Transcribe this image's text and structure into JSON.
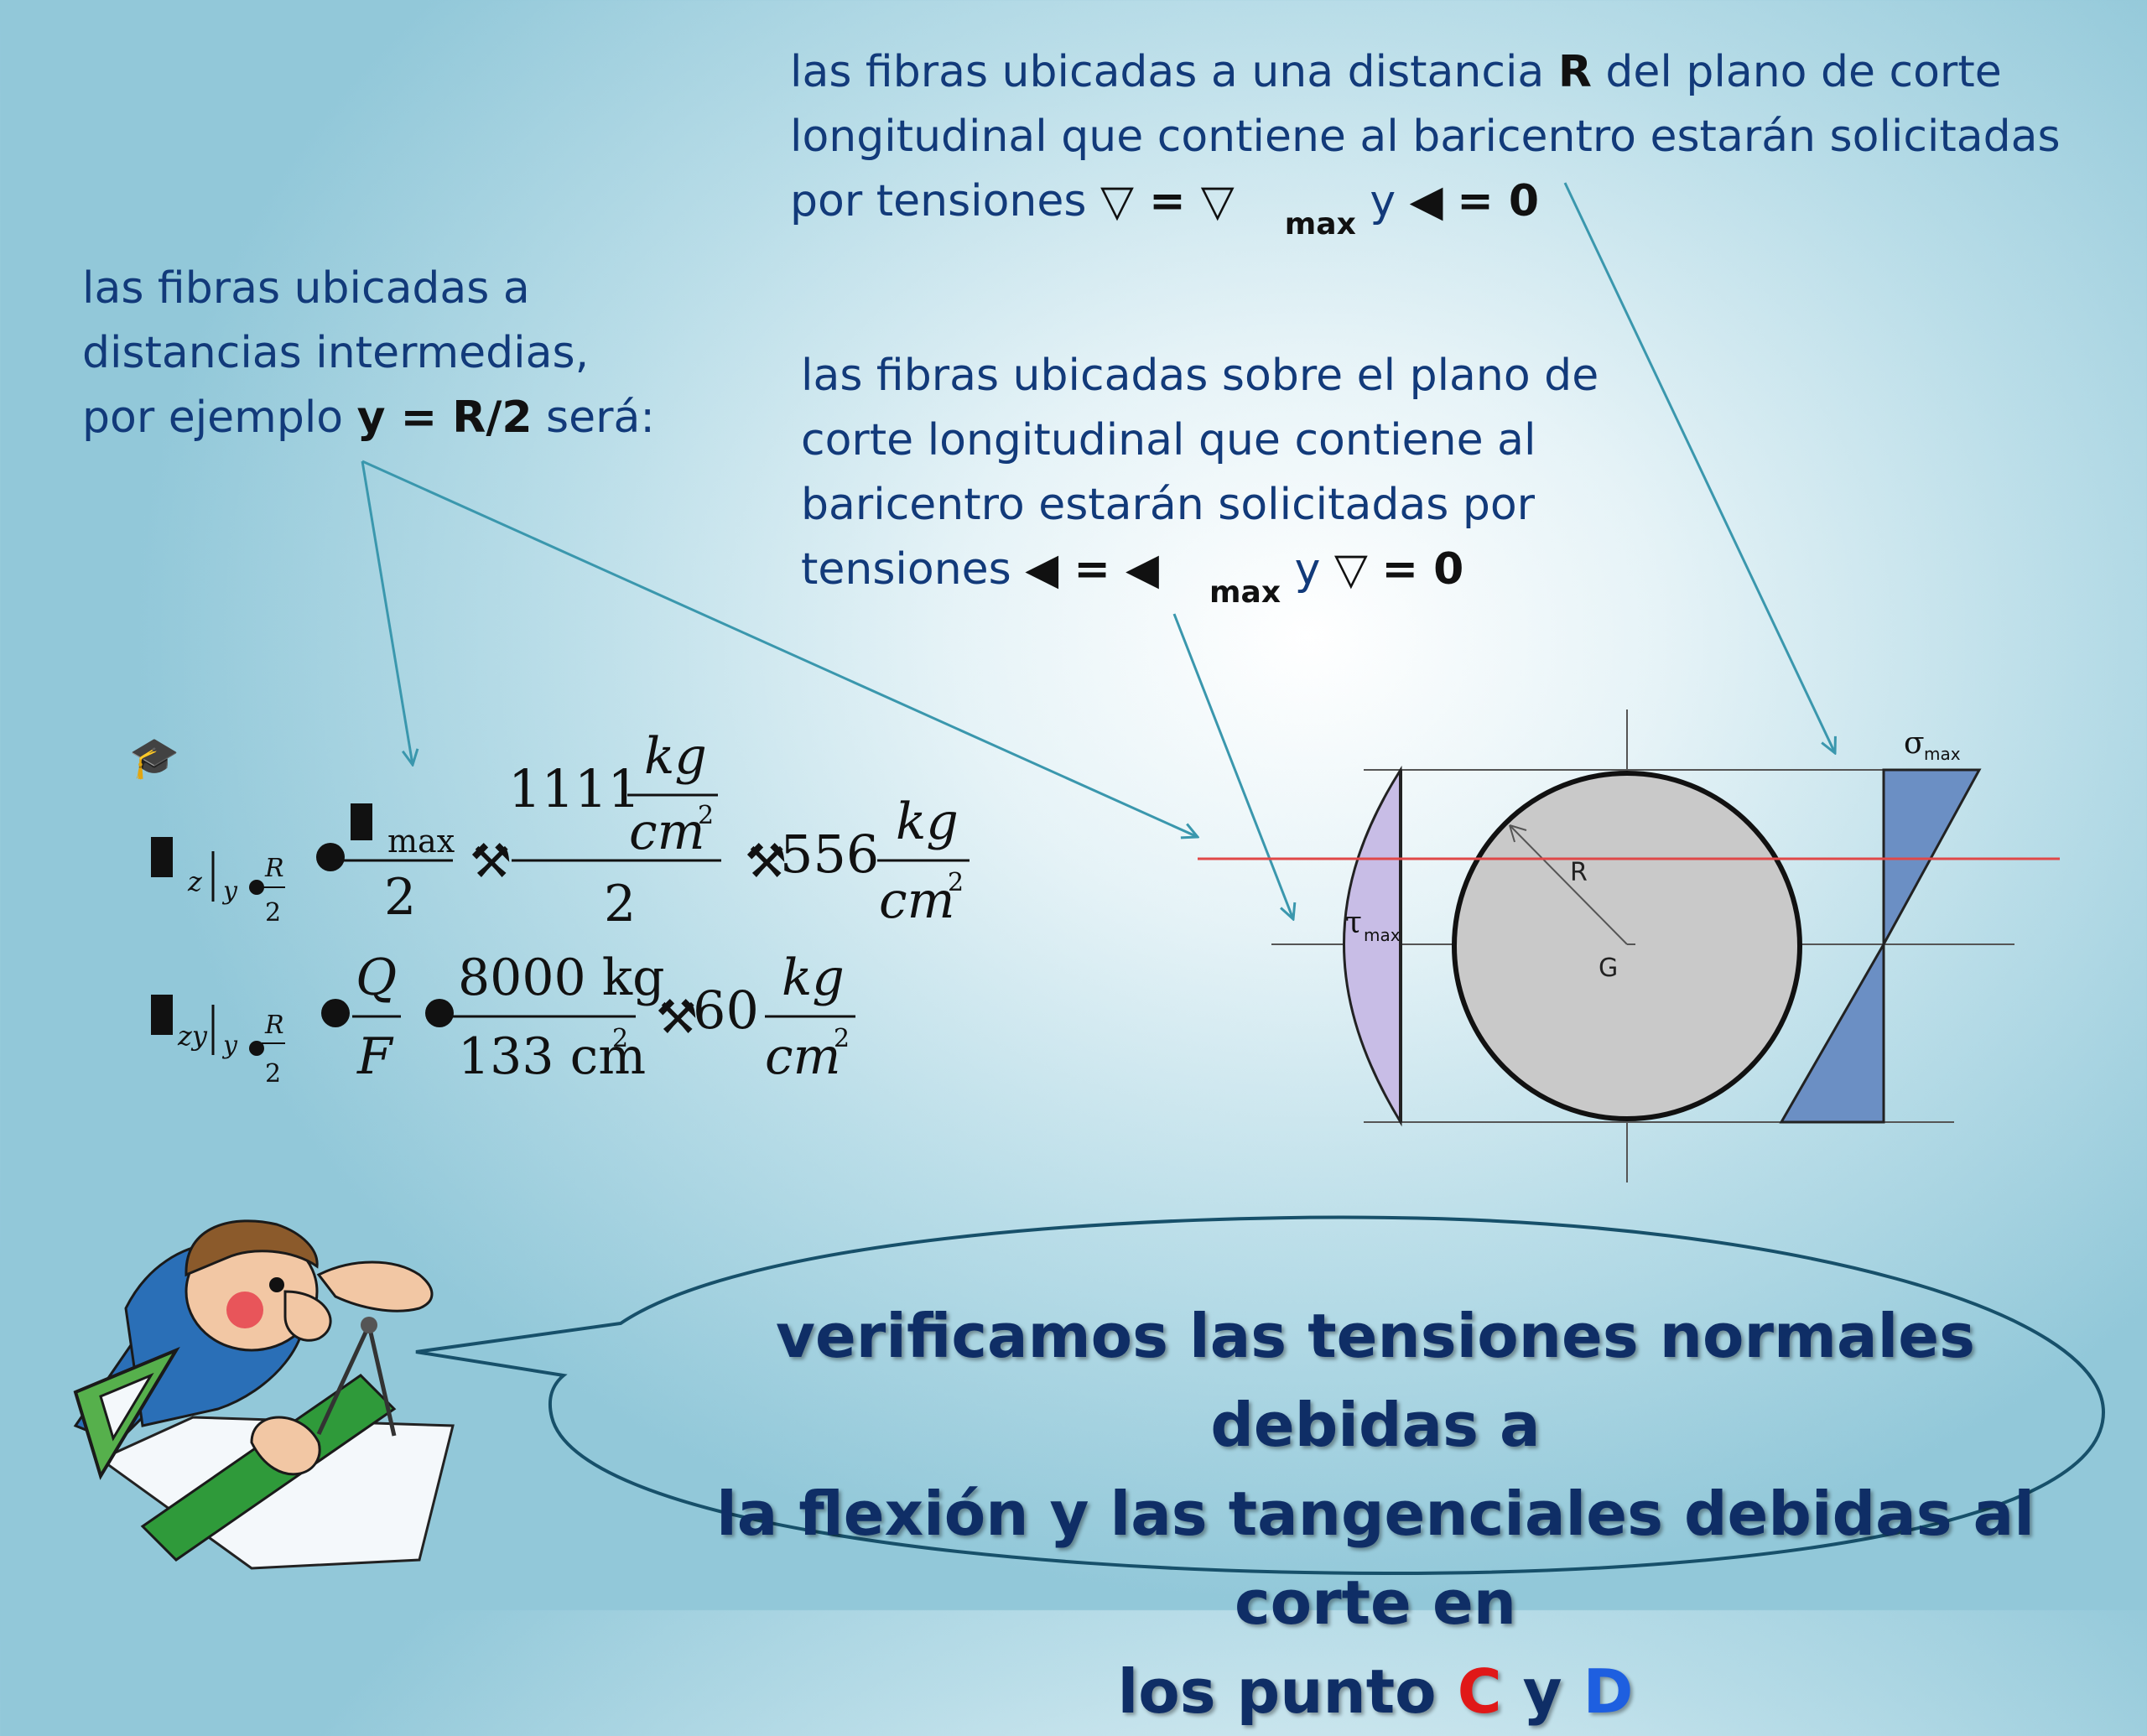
{
  "top_note": {
    "line1_pre": "las fibras ubicadas a una distancia ",
    "line1_bold": "R",
    "line1_post": " del plano de corte",
    "line2": "longitudinal que contiene al baricentro estarán solicitadas",
    "line3_pre": "por tensiones ",
    "sym_sigma": "▽",
    "eq": " = ",
    "sub_max": "max",
    "y_word": " y ",
    "sym_tau": "◀",
    "zero": "= 0"
  },
  "left_note": {
    "line1": "las fibras ubicadas a",
    "line2": "distancias intermedias,",
    "line3_pre": "por ejemplo ",
    "line3_bold": "y = R/2",
    "line3_post": " será:"
  },
  "mid_note": {
    "line1": "las fibras ubicadas sobre el plano de",
    "line2": "corte longitudinal que contiene al",
    "line3": "baricentro estarán solicitadas por",
    "line4_pre": "tensiones ",
    "sym_tau": "◀",
    "eq": " = ",
    "sub_max": "max",
    "y_word": " y ",
    "sym_sigma": "▽",
    "zero": "= 0"
  },
  "formulas": {
    "f1": {
      "sub_z": "z",
      "sub_y": "y",
      "R": "R",
      "two": "2",
      "max": "max",
      "num_value": "1111",
      "unit_num": "kg",
      "unit_den": "cm",
      "exp": "2",
      "result": "556"
    },
    "f2": {
      "sub_zy": "zy",
      "sub_y": "y",
      "R": "R",
      "two": "2",
      "Q": "Q",
      "F": "F",
      "num": "8000 kg",
      "den": "133 cm",
      "exp": "2",
      "result": "60",
      "unit_num": "kg",
      "unit_den": "cm"
    }
  },
  "diagram": {
    "label_R": "R",
    "label_G": "G",
    "label_sigma": "σ",
    "label_tau": "τ",
    "sub_max": "max"
  },
  "bubble": {
    "line1": "verificamos las tensiones normales debidas a",
    "line2": "la flexión y las tangenciales debidas al corte en",
    "line3_pre": "los punto ",
    "C": "C",
    "y_word": " y ",
    "D": "D"
  },
  "colors": {
    "text_blue": "#123a7a",
    "arrow": "#3a97ad",
    "sigma_fill": "#6b8fc4",
    "tau_fill": "#c8bde6",
    "circle_fill": "#c9c9c9",
    "red_line": "#e04848",
    "C_color": "#e01818",
    "D_color": "#1e5fe0"
  }
}
